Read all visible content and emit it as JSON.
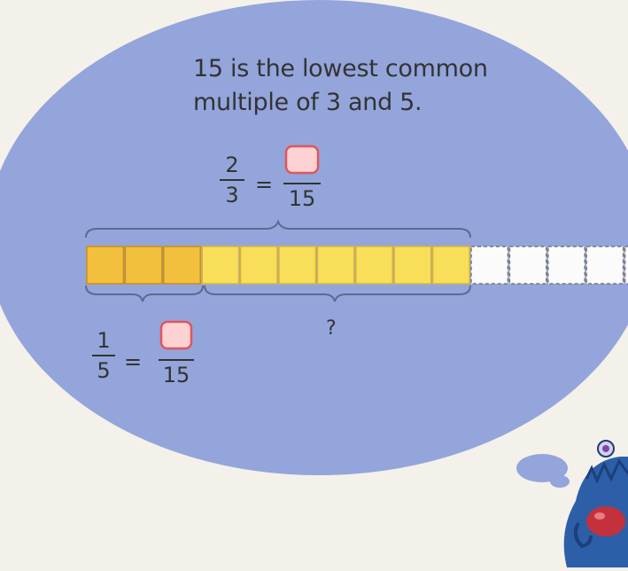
{
  "caption": {
    "line1": "15 is the lowest common",
    "line2": "multiple of 3 and 5."
  },
  "fraction_two_thirds": {
    "numerator": "2",
    "denominator": "3",
    "equals": "=",
    "target_denominator": "15"
  },
  "fraction_one_fifth": {
    "numerator": "1",
    "denominator": "5",
    "equals": "=",
    "target_denominator": "15"
  },
  "unknown_label": "?",
  "bar_model": {
    "filled_parts": 10,
    "dark_parts": 3,
    "empty_parts": 5,
    "total_parts": 15
  },
  "colors": {
    "bubble": "#94a5db",
    "dark_part": "#f2c03c",
    "light_part": "#f9df59",
    "answer_box_fill": "#fcd3d2",
    "answer_box_border": "#e0555d",
    "monster": "#2d5fa8"
  }
}
